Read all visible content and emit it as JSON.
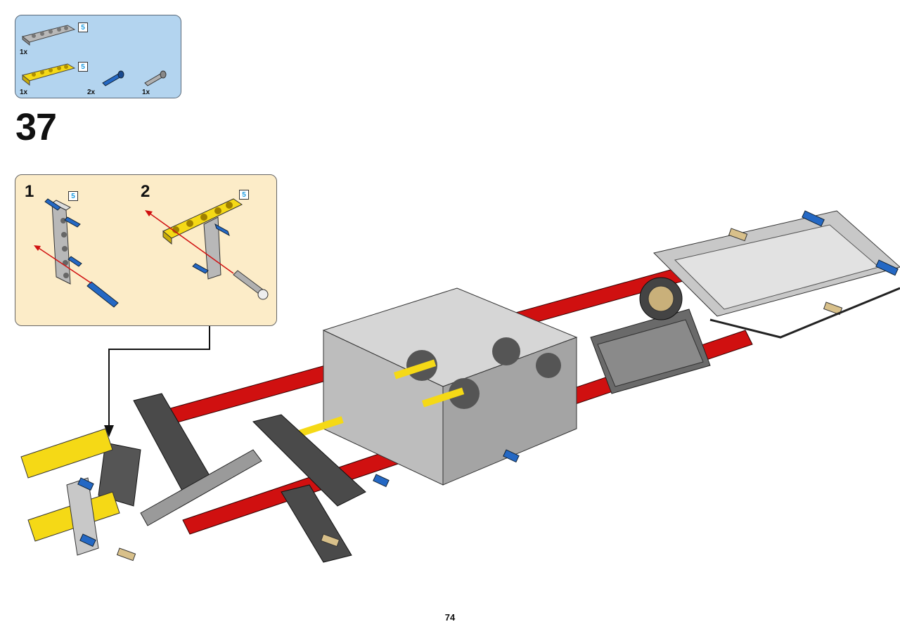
{
  "parts_list": {
    "items": [
      {
        "name": "gray-beam-5",
        "quantity": "1x",
        "length": "5"
      },
      {
        "name": "yellow-beam-5",
        "quantity": "1x",
        "length": "5"
      },
      {
        "name": "blue-pin",
        "quantity": "2x"
      },
      {
        "name": "gray-axle-pin",
        "quantity": "1x"
      }
    ]
  },
  "step": {
    "number": "37"
  },
  "substeps": [
    {
      "number": "1",
      "length": "5"
    },
    {
      "number": "2",
      "length": "5"
    }
  ],
  "page": {
    "number": "74"
  },
  "colors": {
    "parts_bg": "#b3d4ef",
    "substep_bg": "#fcecc8",
    "red": "#d01010",
    "yellow": "#f5d916",
    "gray": "#a8a8a8",
    "dark_gray": "#555555",
    "blue": "#1f5fb8"
  }
}
